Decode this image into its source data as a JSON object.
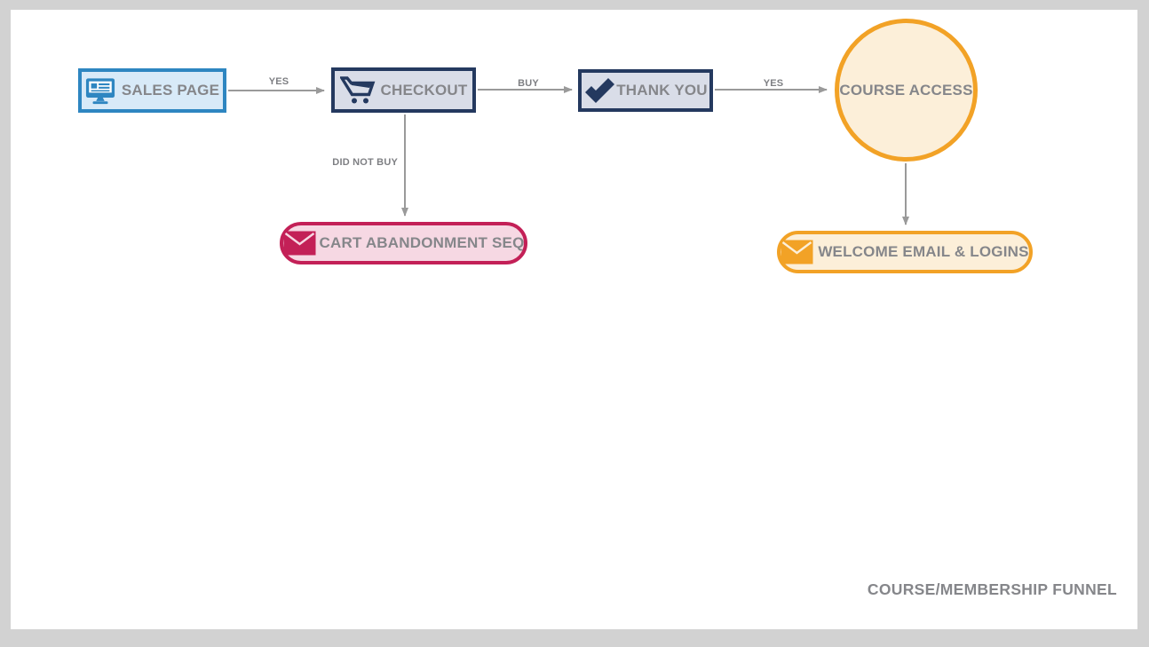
{
  "diagram_title": "COURSE/MEMBERSHIP FUNNEL",
  "nodes": {
    "sales_page": {
      "label": "SALES PAGE",
      "icon": "monitor-icon",
      "shape": "rectangle",
      "border_color": "#2e86c1",
      "fill_color": "#d8eaf8"
    },
    "checkout": {
      "label": "CHECKOUT",
      "icon": "cart-icon",
      "shape": "rectangle",
      "border_color": "#24395f",
      "fill_color": "#d9dde8"
    },
    "thank_you": {
      "label": "THANK YOU",
      "icon": "check-icon",
      "shape": "rectangle",
      "border_color": "#24395f",
      "fill_color": "#d9dde8"
    },
    "course_access": {
      "label": "COURSE ACCESS",
      "icon": "",
      "shape": "circle",
      "border_color": "#f2a226",
      "fill_color": "#fcefd9"
    },
    "cart_abandonment_seq": {
      "label": "CART ABANDONMENT SEQ",
      "icon": "envelope-icon",
      "shape": "pill",
      "border_color": "#c32057",
      "fill_color": "#f6d8e3"
    },
    "welcome_email_logins": {
      "label": "WELCOME EMAIL & LOGINS",
      "icon": "envelope-icon",
      "shape": "pill",
      "border_color": "#f2a226",
      "fill_color": "#fcefd9"
    }
  },
  "edges": {
    "sales_to_checkout": {
      "label": "YES",
      "from": "sales_page",
      "to": "checkout"
    },
    "checkout_to_thank_you": {
      "label": "BUY",
      "from": "checkout",
      "to": "thank_you"
    },
    "checkout_to_cart_abandonment": {
      "label": "DID NOT BUY",
      "from": "checkout",
      "to": "cart_abandonment_seq"
    },
    "thank_you_to_course_access": {
      "label": "YES",
      "from": "thank_you",
      "to": "course_access"
    },
    "course_access_to_welcome": {
      "label": "",
      "from": "course_access",
      "to": "welcome_email_logins"
    }
  },
  "colors": {
    "arrow": "#9a9a9a",
    "node_text": "#85868a",
    "edge_label_text": "#7e7f83",
    "frame": "#d2d2d2",
    "canvas": "#ffffff"
  }
}
